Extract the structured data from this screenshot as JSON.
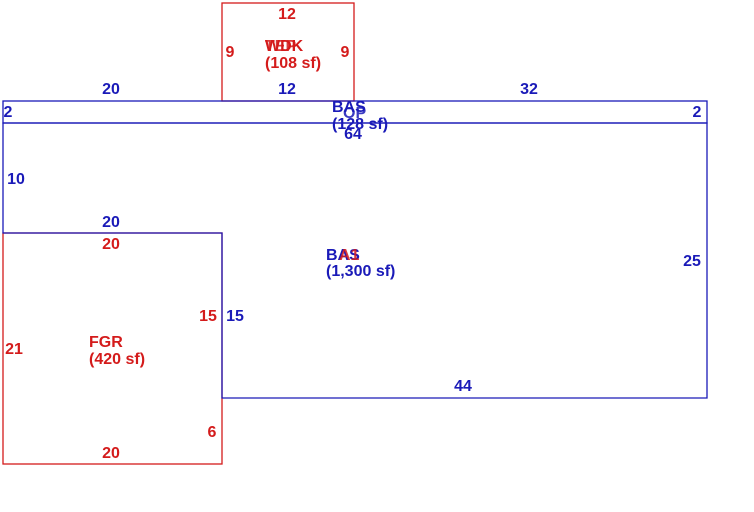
{
  "colors": {
    "red": "#d41b1b",
    "blue": "#1a1ab8"
  },
  "sketch": {
    "wdk": {
      "name_a": "WDK",
      "name_b": "TEP",
      "area": "(108 sf)",
      "dim_top": "12",
      "dim_bottom": "12",
      "dim_left": "9",
      "dim_right": "9"
    },
    "bas_upper": {
      "name": "BAS",
      "name_b": "OP",
      "area": "(128 sf)",
      "dim_top_left": "20",
      "dim_top_right": "32",
      "dim_left": "2",
      "dim_right": "2",
      "dim_bottom": "64"
    },
    "bas_main": {
      "name": "BAS",
      "name_b": "A1",
      "area": "(1,300 sf)",
      "dim_left": "10",
      "dim_step": "20",
      "dim_inner": "15",
      "dim_right": "25",
      "dim_bottom": "44"
    },
    "fgr": {
      "name": "FGR",
      "area": "(420 sf)",
      "dim_top": "20",
      "dim_left": "21",
      "dim_right": "15",
      "dim_lower_right": "6",
      "dim_bottom": "20"
    }
  }
}
